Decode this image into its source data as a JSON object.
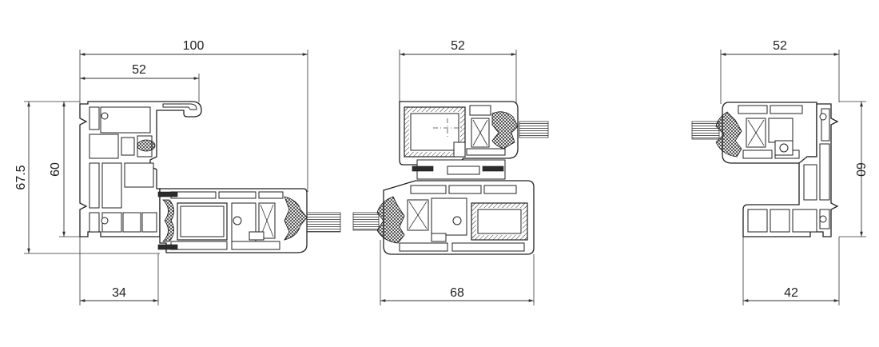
{
  "drawing": {
    "left_profile": {
      "dim_top_overall": "100",
      "dim_top_frame": "52",
      "dim_left_outer": "67.5",
      "dim_left_inner": "60",
      "dim_bottom": "34"
    },
    "middle_profile": {
      "dim_top": "52",
      "dim_bottom": "68"
    },
    "right_profile": {
      "dim_top": "52",
      "dim_right": "60",
      "dim_bottom": "42"
    }
  }
}
